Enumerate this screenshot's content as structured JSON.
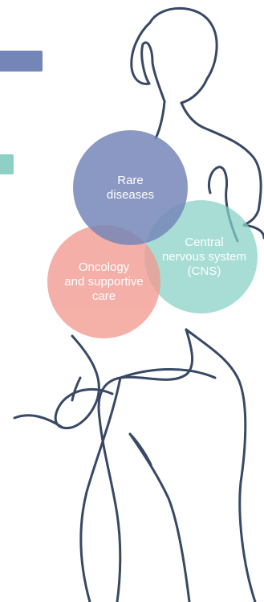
{
  "colors": {
    "line": "#384865",
    "accent_blue": "#7485b8",
    "accent_teal": "#8fd0c6",
    "rare": "#7687b9",
    "cns": "#86d0c6",
    "oncology": "#f29a90"
  },
  "bubbles": {
    "rare": {
      "label": "Rare\ndiseases"
    },
    "cns": {
      "label": "Central\nnervous system\n(CNS)"
    },
    "oncology": {
      "label": "Oncology\nand supportive\ncare"
    }
  },
  "illustration": {
    "icon": "person-line-drawing-icon"
  }
}
